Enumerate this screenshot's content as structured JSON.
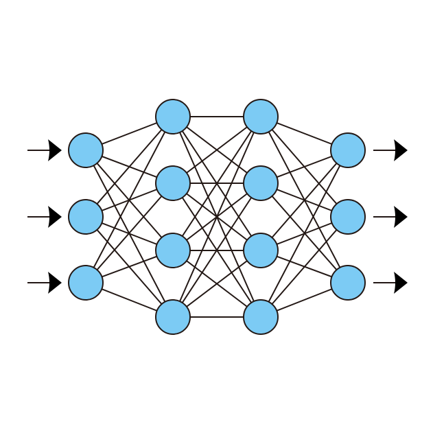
{
  "diagram": {
    "type": "neural-network",
    "layers": [
      3,
      4,
      4,
      3
    ],
    "connectivity": "fully-connected",
    "inputs": 3,
    "outputs": 3
  },
  "colors": {
    "node_fill": "#7ccbf4",
    "node_stroke": "#231815",
    "edge": "#231815",
    "arrow": "#000000",
    "background": "#ffffff"
  }
}
